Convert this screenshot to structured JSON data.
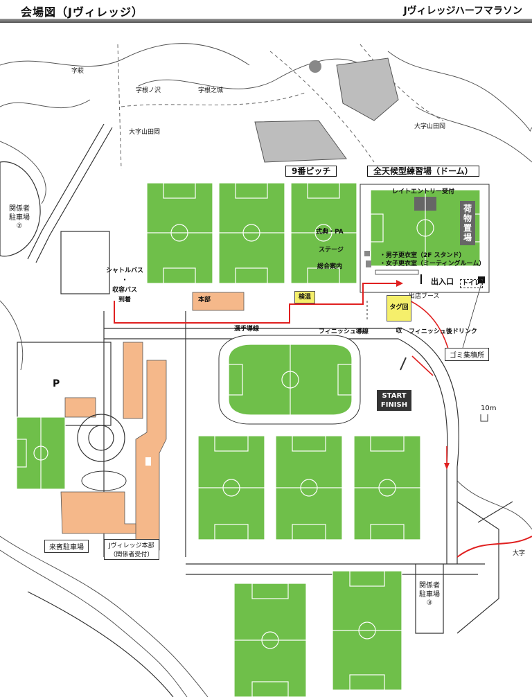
{
  "header": {
    "title": "会場図（Jヴィレッジ）",
    "event": "Jヴィレッジハーフマラソン"
  },
  "map": {
    "labels": {
      "pitch9": "9番ピッチ",
      "dome": "全天候型練習場（ドーム）",
      "late_entry": "レイトエントリー受付",
      "luggage": "荷物置場",
      "locker_m": "・男子更衣室（2F スタンド）",
      "locker_f": "・女子更衣室（ミーティングルーム）",
      "entrance": "出入口",
      "toilet": "トイレ",
      "booth": "出店ブース",
      "food_pa": "式典・PA",
      "stage": "ステージ",
      "info": "総合案内",
      "shuttle": "シャトルバス",
      "dot": "・",
      "bus": "収容バス",
      "arrive": "到着",
      "honbu": "本部",
      "kensui": "検温",
      "tag": "タグ回収",
      "runner_route": "選手導線",
      "finish_route": "フィニッシュ導線",
      "finish_drink": "フィニッシュ後ドリンク",
      "garbage": "ゴミ集積所",
      "start": "START",
      "finish": "FINISH",
      "scale": "10m",
      "parking_p": "P",
      "staff_parking2_a": "関係者",
      "staff_parking2_b": "駐車場",
      "staff_parking2_c": "②",
      "staff_parking3_a": "関係者",
      "staff_parking3_b": "駐車場",
      "staff_parking3_c": "③",
      "guest_parking": "来賓駐車場",
      "jv_hq_a": "Jヴィレッジ本部",
      "jv_hq_b": "（関係者受付）",
      "road1": "大字山田岡",
      "road2": "大字山田岡",
      "road3": "大字",
      "small1": "字根ノ沢",
      "small2": "字根之城",
      "small3": "字萩"
    },
    "colors": {
      "pitch": "#6fbf4a",
      "building": "#f5b88a",
      "gray_area": "#bdbdbd",
      "route": "#e02020"
    }
  }
}
